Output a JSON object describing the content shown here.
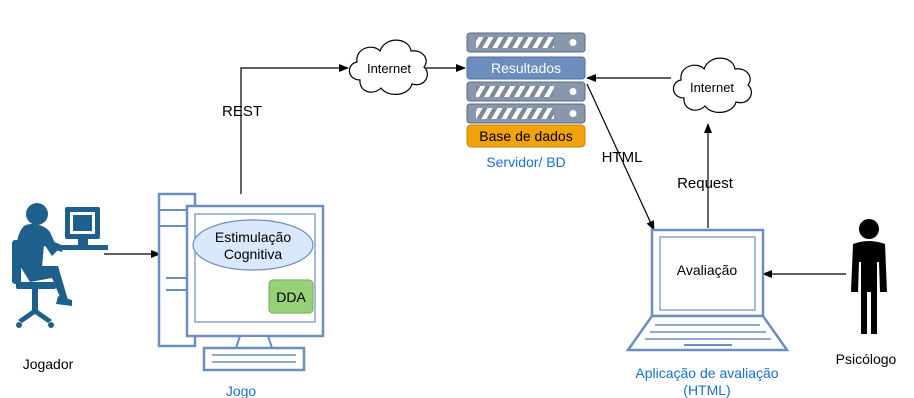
{
  "nodes": {
    "server_bar_results": "Resultados",
    "server_bar_db": "Base de dados",
    "server_caption": "Servidor/ BD",
    "cloud_left": "Internet",
    "cloud_right": "Internet",
    "game_ellipse_line1": "Estimulação",
    "game_ellipse_line2": "Cognitiva",
    "game_button": "DDA",
    "game_caption": "Jogo",
    "player_caption": "Jogador",
    "laptop_screen": "Avaliação",
    "laptop_caption_line1": "Aplicação de avaliação",
    "laptop_caption_line2": "(HTML)",
    "psychologist_caption": "Psicólogo"
  },
  "edges": {
    "rest": "REST",
    "html": "HTML",
    "request": "Request"
  },
  "colors": {
    "caption_blue": "#1a6fd0",
    "server_blue": "#6c8ebf",
    "server_orange": "#f0a30a",
    "ellipse_fill": "#dae8fc",
    "button_green": "#97d077",
    "figure_blue": "#1f5f8b"
  }
}
